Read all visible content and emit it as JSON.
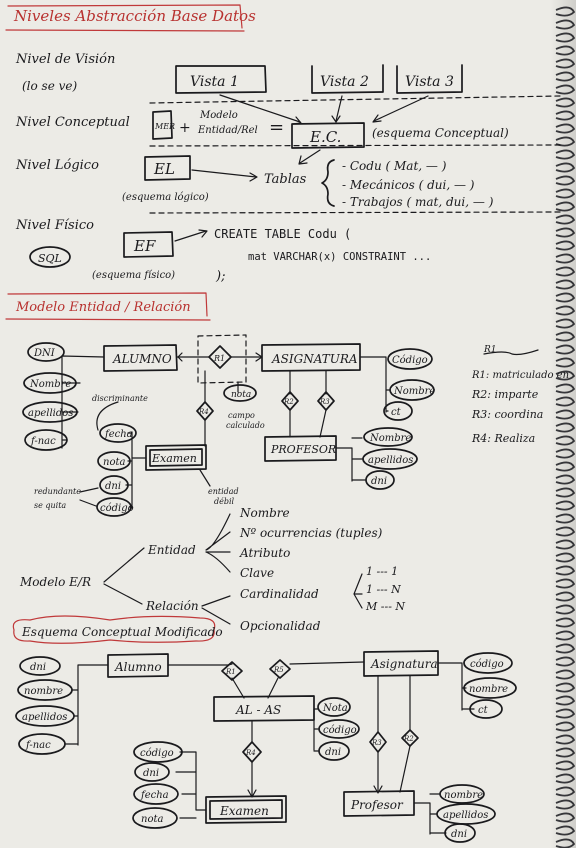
{
  "header": {
    "title": "Niveles Abstracción Base Datos"
  },
  "levels": {
    "vista": "Nivel de Visión",
    "vista_note": "(lo se ve)",
    "conceptual": "Nivel Conceptual",
    "logico": "Nivel Lógico",
    "fisico": "Nivel Físico",
    "vista1": "Vista 1",
    "vista2": "Vista 2",
    "vista3": "Vista 3",
    "mer": "MER",
    "plus": "+",
    "modelo": "Modelo",
    "modelo_er": "Entidad/Rel",
    "equals": "=",
    "ec": "E.C.",
    "ec_note": "(esquema Conceptual)",
    "el": "EL",
    "el_note": "(esquema lógico)",
    "tablas": "Tablas",
    "tabla1": "- Codu ( Mat, — )",
    "tabla2": "- Mecánicos ( dui, — )",
    "tabla3": "- Trabajos ( mat, dui, — )",
    "ef": "EF",
    "ef_note": "(esquema físico)",
    "sql": "SQL",
    "sql1": "CREATE TABLE  Codu (",
    "sql2": "mat   VARCHAR(x)   CONSTRAINT ...",
    "sql3": ");"
  },
  "er1": {
    "title": "Modelo Entidad / Relación",
    "alumno": "ALUMNO",
    "asignatura": "ASIGNATURA",
    "profesor": "PROFESOR",
    "examen": "Examen",
    "dni": "DNI",
    "nombre": "Nombre",
    "apellidos": "apellidos",
    "fnac": "f-nac",
    "codigo": "Código",
    "nombre2": "Nombre",
    "ct": "ct",
    "nombre3": "Nombre",
    "apellidos3": "apellidos",
    "dni3": "dni",
    "fecha": "fecha",
    "nota": "nota",
    "dni_ex": "dni",
    "codigo_ex": "código",
    "nota_rel": "nota",
    "r1": "R1",
    "r2": "R2",
    "r3": "R3",
    "r4": "R4",
    "discriminante": "discriminante",
    "redundante": "redundante",
    "se_quita": "se quita",
    "campo": "campo",
    "calculado": "calculado",
    "entidad": "entidad",
    "debil": "débil",
    "legend_title": "R1",
    "legend1": "R1: matriculado en",
    "legend2": "R2: imparte",
    "legend3": "R3: coordina",
    "legend4": "R4: Realiza"
  },
  "tree": {
    "root": "Modelo E/R",
    "entidad": "Entidad",
    "relacion": "Relación",
    "nombre": "Nombre",
    "ocurrencias": "Nº ocurrencias (tuples)",
    "atributo": "Atributo",
    "clave": "Clave",
    "cardinalidad": "Cardinalidad",
    "opcionalidad": "Opcionalidad",
    "c1": "1 --- 1",
    "c2": "1 --- N",
    "c3": "M --- N"
  },
  "er2": {
    "title": "Esquema Conceptual Modificado",
    "alumno": "Alumno",
    "asignatura": "Asignatura",
    "alas": "AL - AS",
    "examen": "Examen",
    "profesor": "Profesor",
    "dni": "dni",
    "nombre": "nombre",
    "apellidos": "apellidos",
    "fnac": "f-nac",
    "codigo": "código",
    "nombre2": "nombre",
    "ct": "ct",
    "nota": "Nota",
    "codigo_al": "código",
    "dni_al": "dni",
    "codigo_ex": "código",
    "dni_ex": "dni",
    "fecha_ex": "fecha",
    "nota_ex": "nota",
    "nombre_p": "nombre",
    "apellidos_p": "apellidos",
    "dni_p": "dni",
    "r1": "R1",
    "r2": "R2",
    "r3": "R3",
    "r4": "R4",
    "r5": "R5"
  }
}
